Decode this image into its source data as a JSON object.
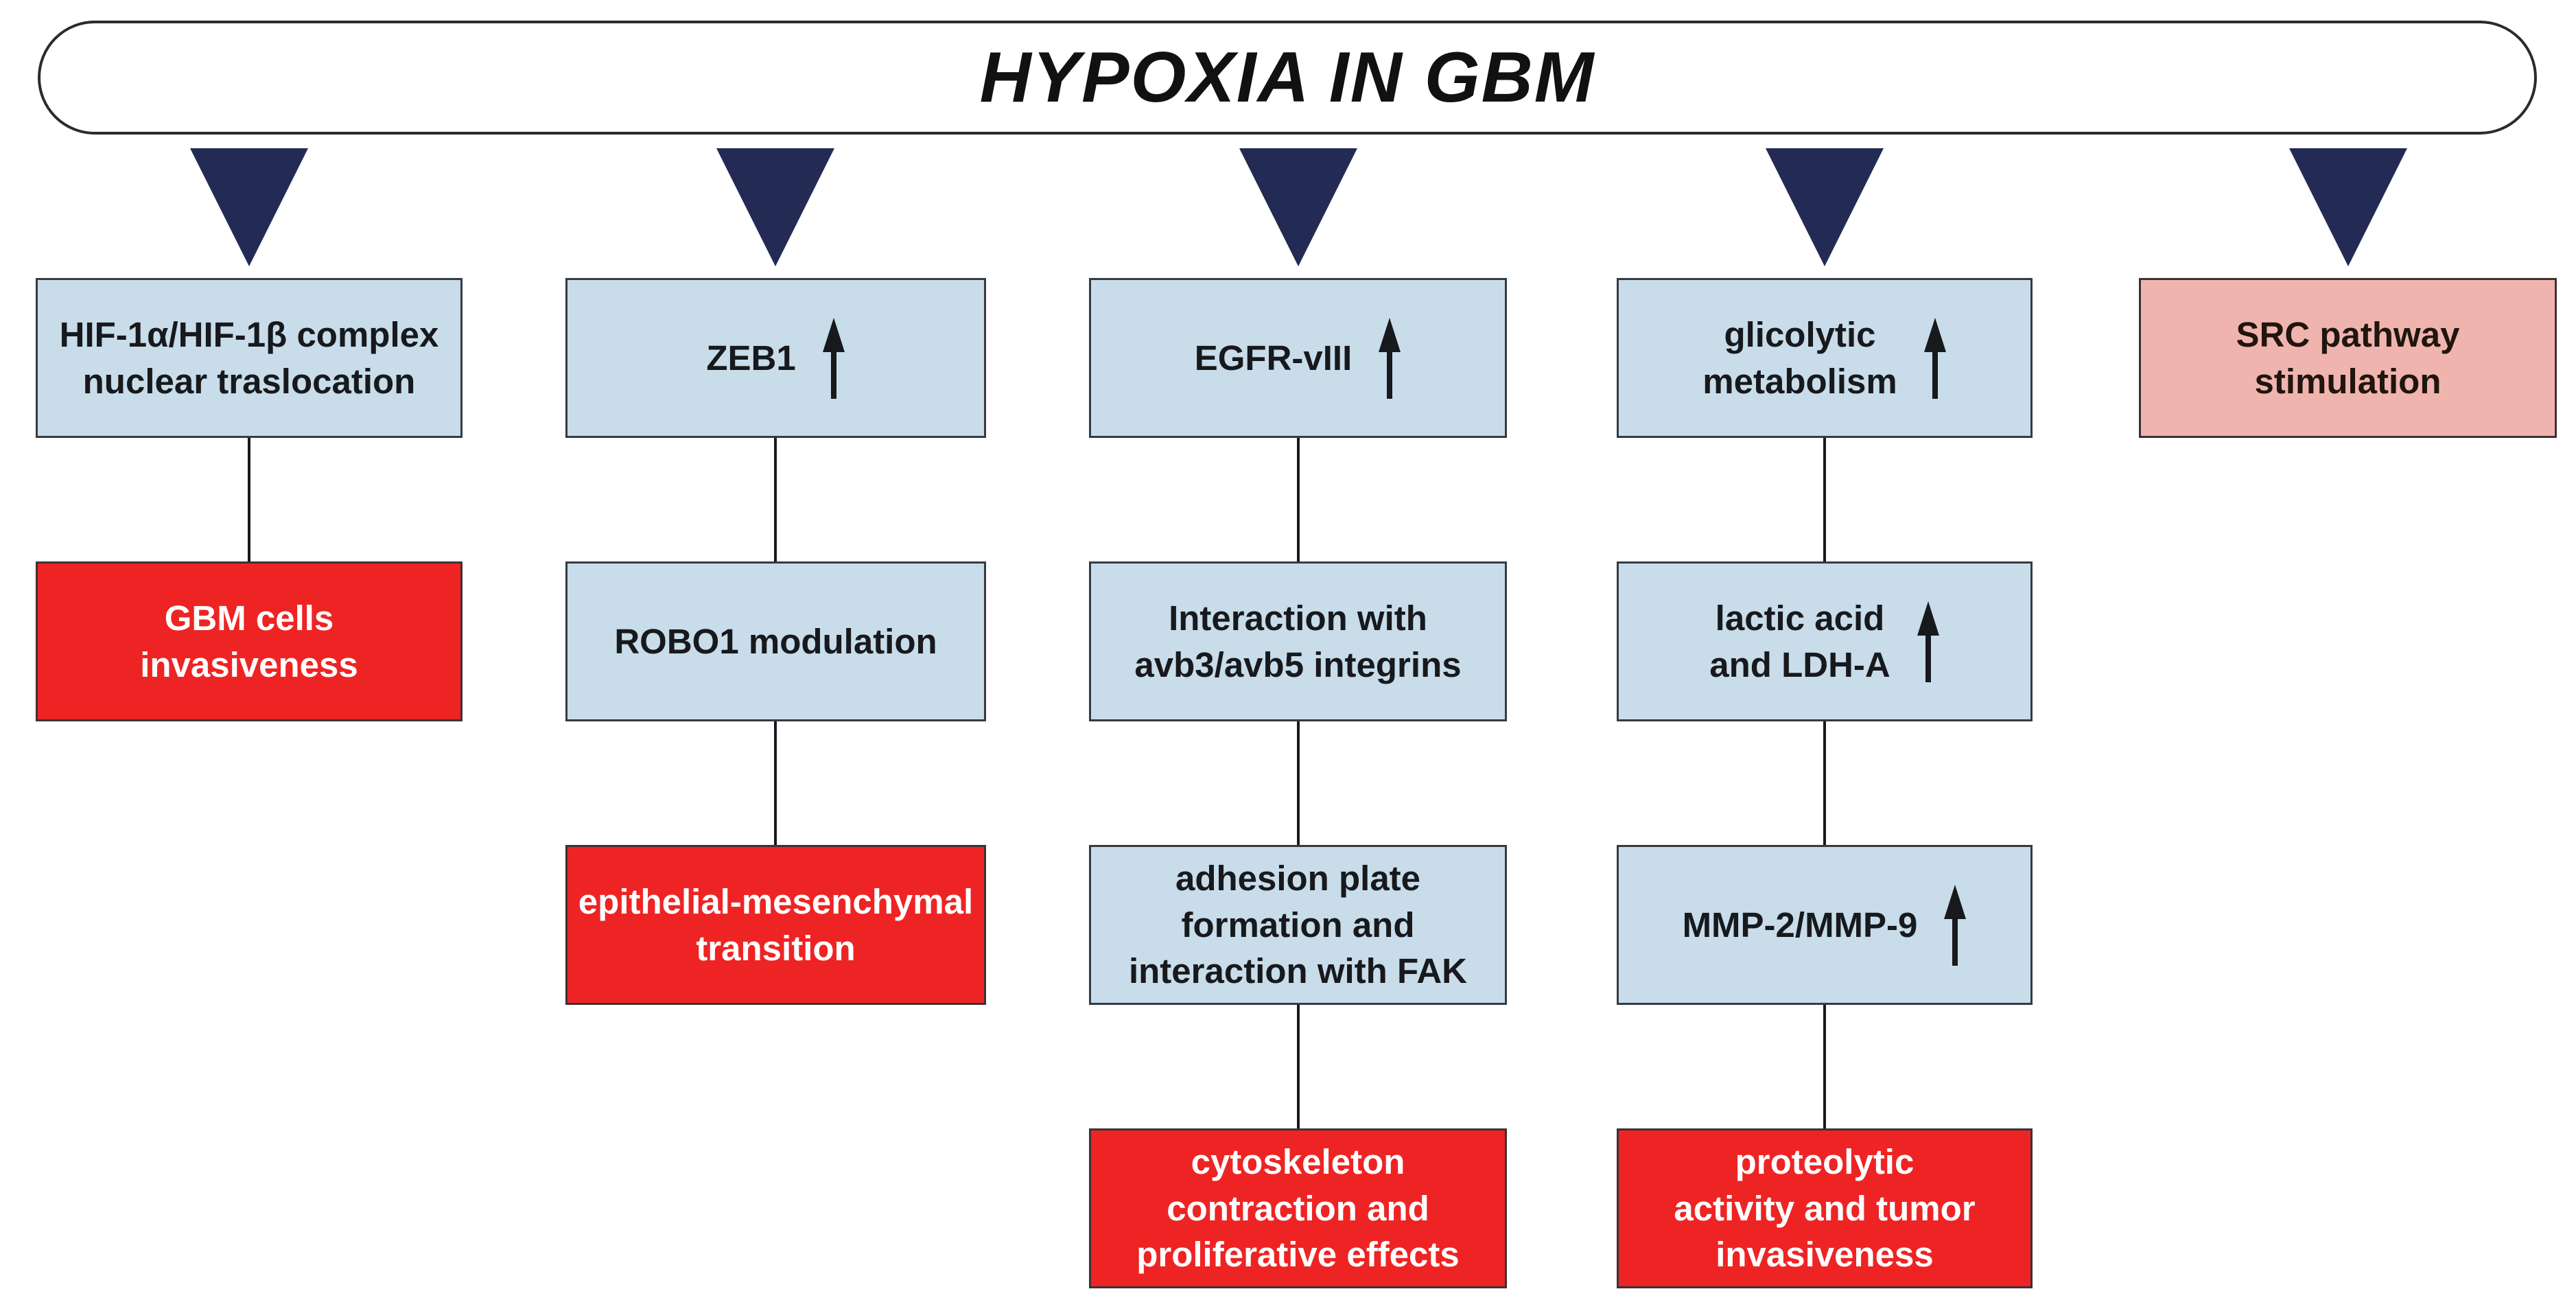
{
  "title": "HYPOXIA IN GBM",
  "colors": {
    "process_box": "#c8dcea",
    "outcome_box": "#ee2424",
    "highlight_box": "#f0b4ae",
    "flow_arrow": "#232b55",
    "banner_background": "#ffffff",
    "text_dark": "#17191c",
    "text_light": "#ffffff"
  },
  "flow_arrow_icon": "down-triangle",
  "columns": [
    {
      "name": "hif-complex-pathway",
      "nodes": [
        {
          "label": "HIF-1α/HIF-1β complex\nnuclear traslocation",
          "type": "process"
        },
        {
          "label": "GBM cells\ninvasiveness",
          "type": "outcome"
        }
      ]
    },
    {
      "name": "zeb1-pathway",
      "nodes": [
        {
          "label": "ZEB1",
          "icon": "up-arrow",
          "type": "process"
        },
        {
          "label": "ROBO1 modulation",
          "type": "process"
        },
        {
          "label": "epithelial-mesenchymal\ntransition",
          "type": "outcome"
        }
      ]
    },
    {
      "name": "egfr-viii-pathway",
      "nodes": [
        {
          "label": "EGFR-vIII",
          "icon": "up-arrow",
          "type": "process"
        },
        {
          "label": "Interaction with\navb3/avb5 integrins",
          "type": "process"
        },
        {
          "label": "adhesion plate\nformation and\ninteraction with FAK",
          "type": "process"
        },
        {
          "label": "cytoskeleton\ncontraction and\nproliferative effects",
          "type": "outcome"
        }
      ]
    },
    {
      "name": "glycolytic-pathway",
      "nodes": [
        {
          "label": "glicolytic\nmetabolism",
          "icon": "up-arrow",
          "type": "process"
        },
        {
          "label": "lactic acid\nand LDH-A",
          "icon": "up-arrow",
          "type": "process"
        },
        {
          "label": "MMP-2/MMP-9",
          "icon": "up-arrow",
          "type": "process"
        },
        {
          "label": "proteolytic\nactivity and tumor\ninvasiveness",
          "type": "outcome"
        }
      ]
    },
    {
      "name": "src-pathway",
      "nodes": [
        {
          "label": "SRC pathway\nstimulation",
          "type": "highlight"
        }
      ]
    }
  ]
}
